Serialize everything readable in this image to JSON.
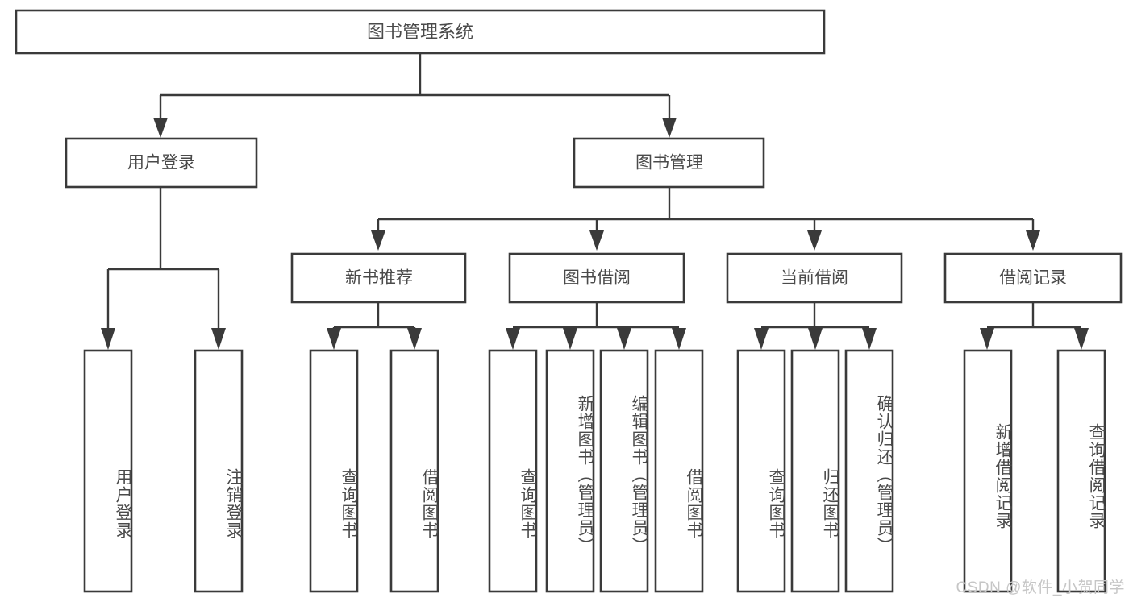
{
  "diagram": {
    "title": "图书管理系统",
    "orientation": "top-down",
    "stroke_color": "#3a3a3a",
    "text_color": "#4a4a4a",
    "box_fill": "#ffffff",
    "background": "#ffffff",
    "root": {
      "id": "root",
      "label": "图书管理系统",
      "orientation": "horizontal"
    },
    "level2": [
      {
        "id": "user-login",
        "label": "用户登录",
        "orientation": "horizontal"
      },
      {
        "id": "book-management",
        "label": "图书管理",
        "orientation": "horizontal"
      }
    ],
    "level3": [
      {
        "id": "new-book-recommend",
        "label": "新书推荐",
        "orientation": "horizontal",
        "parent": "book-management"
      },
      {
        "id": "book-borrow",
        "label": "图书借阅",
        "orientation": "horizontal",
        "parent": "book-management"
      },
      {
        "id": "current-borrow",
        "label": "当前借阅",
        "orientation": "horizontal",
        "parent": "book-management"
      },
      {
        "id": "borrow-record",
        "label": "借阅记录",
        "orientation": "horizontal",
        "parent": "book-management"
      }
    ],
    "leaves": [
      {
        "id": "leaf-user-login",
        "label": "用户登录",
        "orientation": "vertical",
        "parent": "user-login"
      },
      {
        "id": "leaf-logout-login",
        "label": "注销登录",
        "orientation": "vertical",
        "parent": "user-login"
      },
      {
        "id": "leaf-query-book-1",
        "label": "查询图书",
        "orientation": "vertical",
        "parent": "new-book-recommend"
      },
      {
        "id": "leaf-borrow-book-1",
        "label": "借阅图书",
        "orientation": "vertical",
        "parent": "new-book-recommend"
      },
      {
        "id": "leaf-query-book-2",
        "label": "查询图书",
        "orientation": "vertical",
        "parent": "book-borrow"
      },
      {
        "id": "leaf-add-book-admin",
        "label": "新增图书（管理员）",
        "orientation": "vertical",
        "parent": "book-borrow"
      },
      {
        "id": "leaf-edit-book-admin",
        "label": "编辑图书（管理员）",
        "orientation": "vertical",
        "parent": "book-borrow"
      },
      {
        "id": "leaf-borrow-book-2",
        "label": "借阅图书",
        "orientation": "vertical",
        "parent": "book-borrow"
      },
      {
        "id": "leaf-query-book-3",
        "label": "查询图书",
        "orientation": "vertical",
        "parent": "current-borrow"
      },
      {
        "id": "leaf-return-book",
        "label": "归还图书",
        "orientation": "vertical",
        "parent": "current-borrow"
      },
      {
        "id": "leaf-confirm-return-admin",
        "label": "确认归还（管理员）",
        "orientation": "vertical",
        "parent": "current-borrow"
      },
      {
        "id": "leaf-add-borrow-record",
        "label": "新增借阅记录",
        "orientation": "vertical",
        "parent": "borrow-record"
      },
      {
        "id": "leaf-query-borrow-record",
        "label": "查询借阅记录",
        "orientation": "vertical",
        "parent": "borrow-record"
      }
    ]
  },
  "watermark": {
    "text": "CSDN @软件_小贺同学"
  }
}
